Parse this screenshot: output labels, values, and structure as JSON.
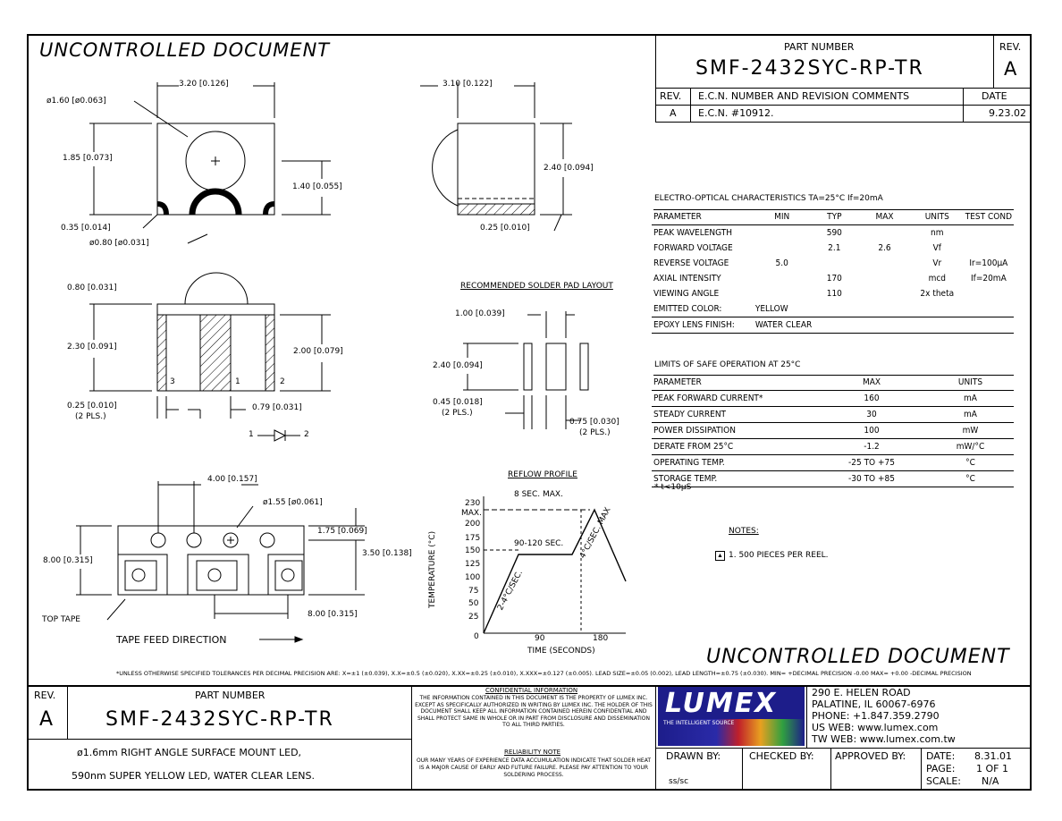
{
  "header": {
    "uncontrolled_top": "UNCONTROLLED DOCUMENT",
    "uncontrolled_bottom": "UNCONTROLLED DOCUMENT",
    "part_number_label": "PART NUMBER",
    "part_number": "SMF-2432SYC-RP-TR",
    "rev_label": "REV.",
    "rev": "A"
  },
  "revision_table": {
    "headers": [
      "REV.",
      "E.C.N. NUMBER AND REVISION COMMENTS",
      "DATE"
    ],
    "row": [
      "A",
      "E.C.N. #10912.",
      "9.23.02"
    ]
  },
  "dimensions": {
    "top_view": [
      "3.20 [0.126]",
      "ø1.60 [ø0.063]",
      "1.85 [0.073]",
      "1.40 [0.055]",
      "0.35 [0.014]",
      "ø0.80 [ø0.031]"
    ],
    "side_view": [
      "3.10 [0.122]",
      "2.40 [0.094]",
      "0.25 [0.010]"
    ],
    "front_view": [
      "0.80 [0.031]",
      "2.30 [0.091]",
      "2.00 [0.079]",
      "0.25 [0.010]",
      "(2 PLS.)",
      "0.79 [0.031]",
      "3",
      "1",
      "2"
    ],
    "diode": [
      "1",
      "2"
    ],
    "solder_pad": [
      "RECOMMENDED SOLDER PAD LAYOUT",
      "1.00 [0.039]",
      "2.40 [0.094]",
      "0.45 [0.018]",
      "(2 PLS.)",
      "0.75 [0.030]",
      "(2 PLS.)"
    ],
    "tape": [
      "4.00 [0.157]",
      "ø1.55 [ø0.061]",
      "1.75 [0.069]",
      "3.50 [0.138]",
      "8.00 [0.315]",
      "8.00 [0.315]",
      "TOP TAPE",
      "TAPE FEED DIRECTION"
    ]
  },
  "reflow": {
    "title": "REFLOW PROFILE",
    "ylabel": "TEMPERATURE (°C)",
    "xlabel": "TIME (SECONDS)",
    "yticks": [
      "230",
      "MAX.",
      "200",
      "175",
      "150",
      "125",
      "100",
      "75",
      "50",
      "25",
      "0"
    ],
    "xticks": [
      "90",
      "180"
    ],
    "labels": [
      "8 SEC. MAX.",
      "90-120 SEC.",
      "2-4°C/SEC.",
      "4°C/SEC. MAX"
    ]
  },
  "eo_characteristics": {
    "title": "ELECTRO-OPTICAL CHARACTERISTICS TA=25°C     If=20mA",
    "headers": [
      "PARAMETER",
      "MIN",
      "TYP",
      "MAX",
      "UNITS",
      "TEST COND"
    ],
    "rows": [
      [
        "PEAK WAVELENGTH",
        "",
        "590",
        "",
        "nm",
        ""
      ],
      [
        "FORWARD VOLTAGE",
        "",
        "2.1",
        "2.6",
        "Vf",
        ""
      ],
      [
        "REVERSE VOLTAGE",
        "5.0",
        "",
        "",
        "Vr",
        "Ir=100µA"
      ],
      [
        "AXIAL INTENSITY",
        "",
        "170",
        "",
        "mcd",
        "If=20mA"
      ],
      [
        "VIEWING ANGLE",
        "",
        "110",
        "",
        "2x theta",
        ""
      ]
    ],
    "emitted_label": "EMITTED COLOR:",
    "emitted_value": "YELLOW",
    "epoxy_label": "EPOXY LENS FINISH:",
    "epoxy_value": "WATER CLEAR"
  },
  "safe_operation": {
    "title": "LIMITS OF SAFE OPERATION AT 25°C",
    "headers": [
      "PARAMETER",
      "MAX",
      "UNITS"
    ],
    "rows": [
      [
        "PEAK FORWARD CURRENT*",
        "160",
        "mA"
      ],
      [
        "STEADY CURRENT",
        "30",
        "mA"
      ],
      [
        "POWER DISSIPATION",
        "100",
        "mW"
      ],
      [
        "DERATE FROM 25°C",
        "-1.2",
        "mW/°C"
      ],
      [
        "OPERATING TEMP.",
        "-25 TO +75",
        "°C"
      ],
      [
        "STORAGE TEMP.",
        "-30 TO +85",
        "°C"
      ]
    ],
    "footnote": "* t<10µS"
  },
  "notes": {
    "title": "NOTES:",
    "item": "1. 500 PIECES PER REEL."
  },
  "tolerances": "*UNLESS OTHERWISE SPECIFIED TOLERANCES PER DECIMAL PRECISION ARE: X=±1 (±0.039), X.X=±0.5 (±0.020), X.XX=±0.25 (±0.010), X.XXX=±0.127 (±0.005).  LEAD SIZE=±0.05 (0.002), LEAD LENGTH=±0.75 (±0.030). MIN= +DECIMAL PRECISION -0.00  MAX= +0.00 -DECIMAL PRECISION",
  "title_block": {
    "rev_label": "REV.",
    "rev": "A",
    "part_number_label": "PART NUMBER",
    "part_number": "SMF-2432SYC-RP-TR",
    "description_line1": "ø1.6mm RIGHT ANGLE SURFACE MOUNT LED,",
    "description_line2": "590nm SUPER YELLOW LED, WATER CLEAR LENS.",
    "confidential_title": "CONFIDENTIAL INFORMATION",
    "confidential_text": "THE INFORMATION CONTAINED IN THIS DOCUMENT IS THE PROPERTY OF LUMEX INC. EXCEPT AS SPECIFICALLY AUTHORIZED IN WRITING BY LUMEX INC. THE HOLDER OF THIS DOCUMENT SHALL KEEP ALL INFORMATION CONTAINED HEREIN CONFIDENTIAL AND SHALL PROTECT SAME IN WHOLE OR IN PART FROM DISCLOSURE AND DISSEMINATION TO ALL THIRD PARTIES.",
    "reliability_title": "RELIABILITY NOTE",
    "reliability_text": "OUR MANY YEARS OF EXPERIENCE DATA ACCUMULATION INDICATE THAT SOLDER HEAT IS A MAJOR CAUSE OF EARLY AND FUTURE FAILURE. PLEASE PAY ATTENTION TO YOUR SOLDERING PROCESS.",
    "logo_text": "LUMEX",
    "logo_tagline": "THE INTELLIGENT SOURCE",
    "address": [
      "290 E. HELEN ROAD",
      "PALATINE, IL 60067-6976",
      "PHONE: +1.847.359.2790",
      "US WEB: www.lumex.com",
      "TW WEB: www.lumex.com.tw"
    ],
    "drawn_by_label": "DRAWN BY:",
    "drawn_by": "ss/sc",
    "checked_by_label": "CHECKED BY:",
    "approved_by_label": "APPROVED BY:",
    "date_label": "DATE:",
    "date": "8.31.01",
    "page_label": "PAGE:",
    "page": "1 OF 1",
    "scale_label": "SCALE:",
    "scale": "N/A"
  }
}
